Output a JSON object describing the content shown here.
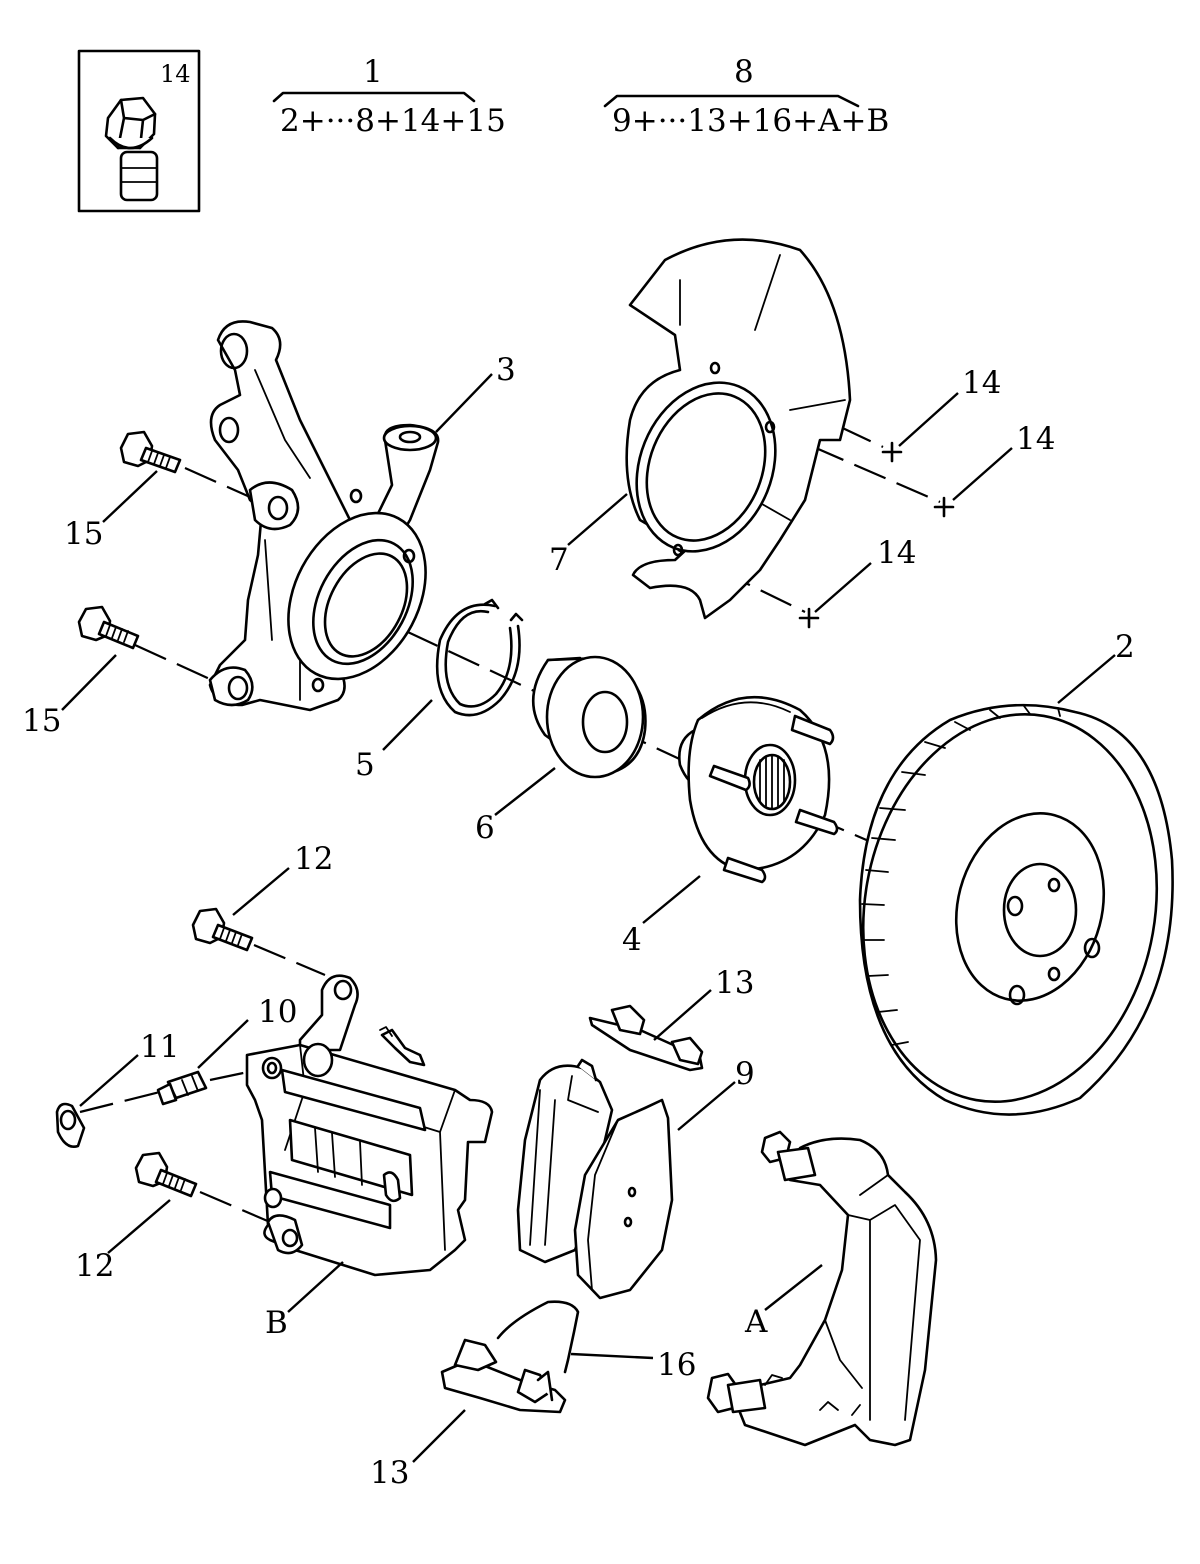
{
  "inset": {
    "label": "14"
  },
  "groups": [
    {
      "number": "1",
      "formula": "2+···8+14+15"
    },
    {
      "number": "8",
      "formula": "9+···13+16+A+B"
    }
  ],
  "callouts": {
    "c3": "3",
    "c15a": "15",
    "c15b": "15",
    "c5": "5",
    "c6": "6",
    "c7": "7",
    "c14a": "14",
    "c14b": "14",
    "c14c": "14",
    "c2": "2",
    "c4": "4",
    "c12a": "12",
    "c12b": "12",
    "c10": "10",
    "c11": "11",
    "c13a": "13",
    "c13b": "13",
    "c9": "9",
    "c16": "16",
    "cA": "A",
    "cB": "B"
  }
}
